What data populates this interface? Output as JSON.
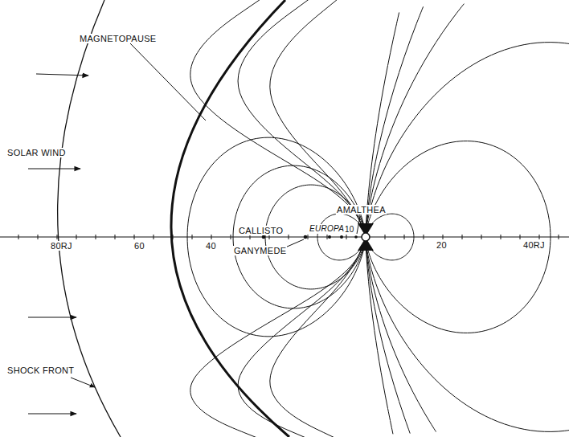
{
  "diagram": {
    "labels": [
      "MAGNETOPAUSE",
      "SOLAR WIND",
      "AMALTHEA",
      "CALLISTO",
      "EUROPA",
      "10",
      "80RJ",
      "60",
      "40",
      "20",
      "40RJ",
      "GANYMEDE",
      "SHOCK FRONT"
    ]
  }
}
